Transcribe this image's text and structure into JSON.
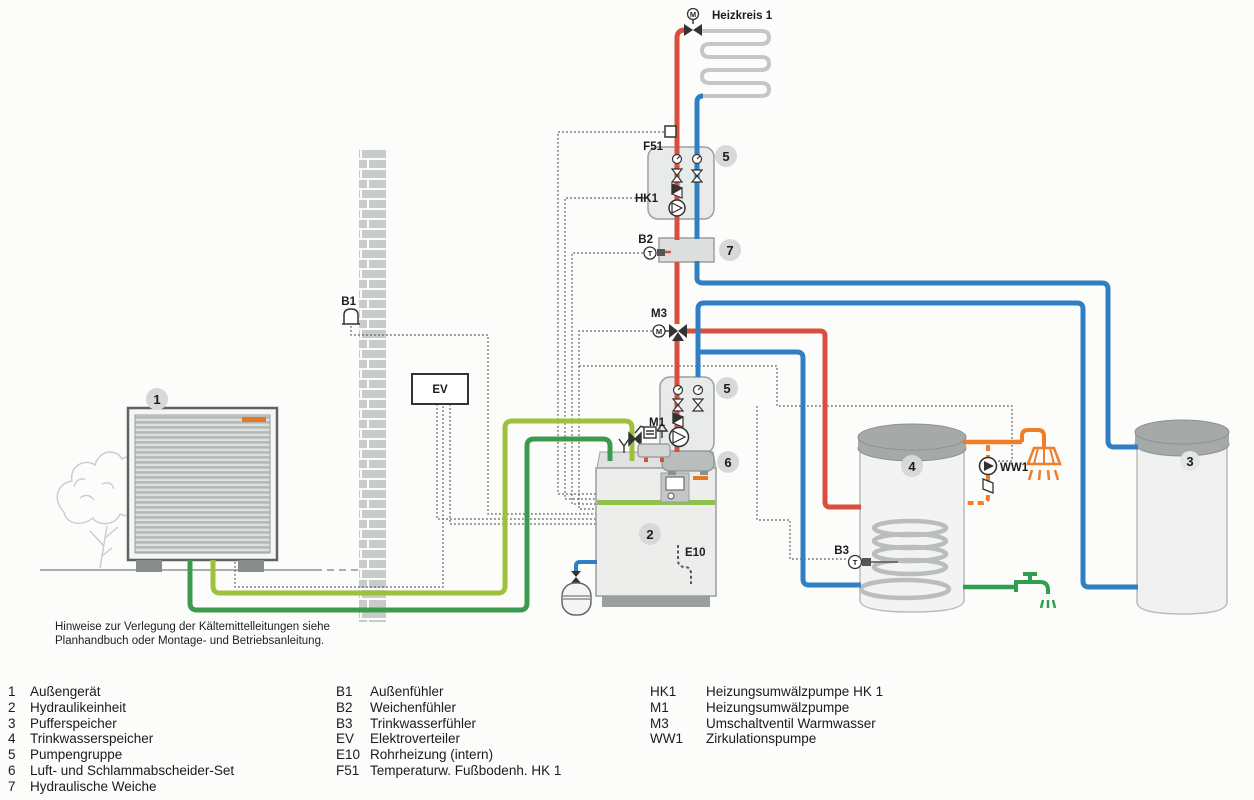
{
  "diagram": {
    "heizkreis_label": "Heizkreis 1",
    "labels": {
      "f51": "F51",
      "hk1": "HK1",
      "b2": "B2",
      "m3": "M3",
      "m1": "M1",
      "b1": "B1",
      "ev": "EV",
      "e10": "E10",
      "b3": "B3",
      "ww1": "WW1",
      "motor": "M",
      "temp": "T"
    },
    "badges": {
      "outdoor_unit": "1",
      "hydraulic_unit": "2",
      "buffer_tank": "3",
      "dhw_tank": "4",
      "pump_group_hk1": "5",
      "pump_group_m1": "5",
      "air_separator": "6",
      "hydraulic_separator": "7"
    },
    "colors": {
      "flow_red": "#d94f3d",
      "return_blue": "#2f7fc2",
      "refrigerant_light_green": "#9ec13c",
      "refrigerant_dark_green": "#3c9a4f",
      "dhw_orange": "#ef7d2a",
      "cold_water_green": "#2f9e4f"
    }
  },
  "note": {
    "line1": "Hinweise zur Verlegung der Kältemittelleitungen siehe",
    "line2": "Planhandbuch oder Montage- und Betriebsanleitung."
  },
  "legend": {
    "numbered": [
      {
        "key": "1",
        "label": "Außengerät"
      },
      {
        "key": "2",
        "label": "Hydraulikeinheit"
      },
      {
        "key": "3",
        "label": "Pufferspeicher"
      },
      {
        "key": "4",
        "label": "Trinkwasserspeicher"
      },
      {
        "key": "5",
        "label": "Pumpengruppe"
      },
      {
        "key": "6",
        "label": "Luft- und Schlammabscheider-Set"
      },
      {
        "key": "7",
        "label": "Hydraulische Weiche"
      }
    ],
    "codes": [
      {
        "key": "B1",
        "label": "Außenfühler"
      },
      {
        "key": "B2",
        "label": "Weichenfühler"
      },
      {
        "key": "B3",
        "label": "Trinkwasserfühler"
      },
      {
        "key": "EV",
        "label": "Elektroverteiler"
      },
      {
        "key": "E10",
        "label": "Rohrheizung (intern)"
      },
      {
        "key": "F51",
        "label": "Temperaturw. Fußbodenh. HK 1"
      }
    ],
    "actuators": [
      {
        "key": "HK1",
        "label": "Heizungsumwälzpumpe HK 1"
      },
      {
        "key": "M1",
        "label": "Heizungsumwälzpumpe"
      },
      {
        "key": "M3",
        "label": "Umschaltventil Warmwasser"
      },
      {
        "key": "WW1",
        "label": "Zirkulationspumpe"
      }
    ]
  }
}
